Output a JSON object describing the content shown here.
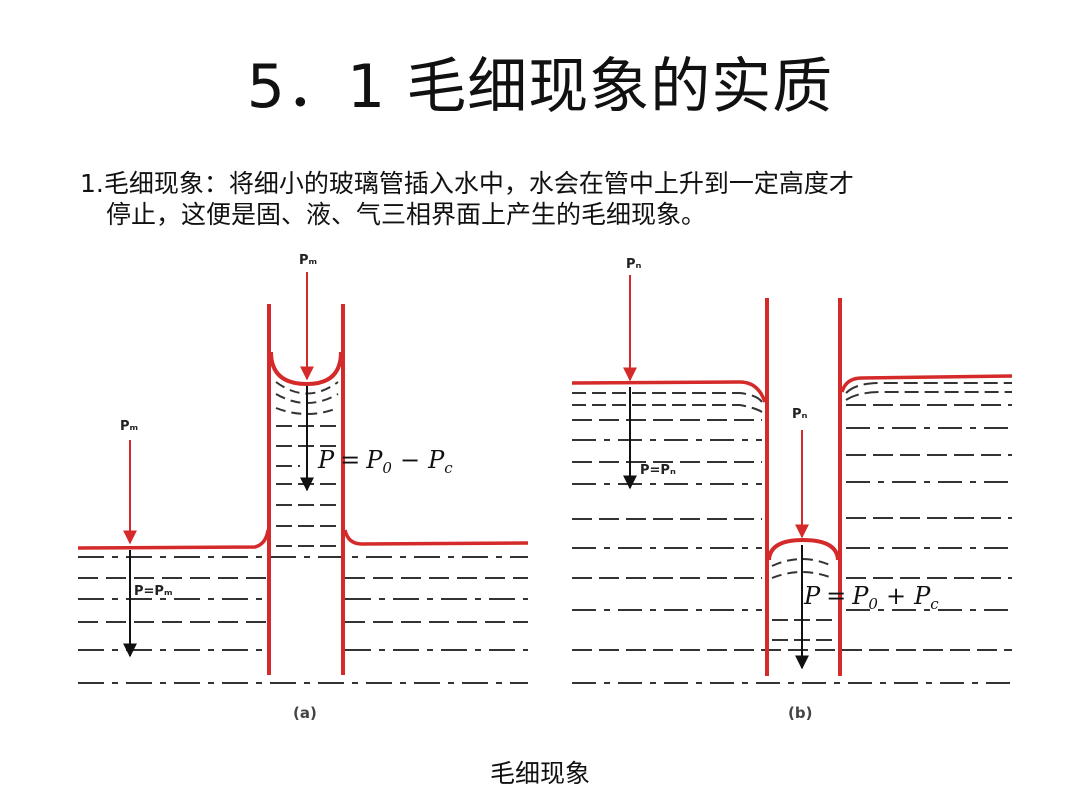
{
  "title": "5．1 毛细现象的实质",
  "body": {
    "line1": "1.毛细现象：将细小的玻璃管插入水中，水会在管中上升到一定高度才",
    "line2": "停止，这便是固、液、气三相界面上产生的毛细现象。"
  },
  "diagram": {
    "panel_a": {
      "label": "(a)",
      "p_top_label": "Pₘ",
      "p_left_label": "Pₘ",
      "equation": {
        "lhs": "P",
        "eq": "=",
        "p": "P",
        "p_sub": "0",
        "op": "−",
        "c": "P",
        "c_sub": "c"
      },
      "bottom_label": "P=Pₘ"
    },
    "panel_b": {
      "label": "(b)",
      "p_left_label": "Pₙ",
      "p_inner_label": "Pₙ",
      "equation": {
        "lhs": "P",
        "eq": "=",
        "p": "P",
        "p_sub": "0",
        "op": "+",
        "c": "P",
        "c_sub": "c"
      },
      "left_label": "P=Pₙ"
    },
    "colors": {
      "liquid_surface": "#d42a2a",
      "tube_wall": "#d42a2a",
      "pressure_arrow": "#d42a2a",
      "level_lines": "#333333"
    }
  },
  "caption": "毛细现象"
}
